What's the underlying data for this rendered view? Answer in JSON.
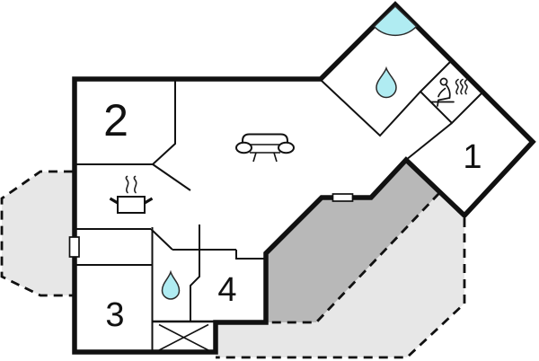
{
  "rooms": {
    "r1": {
      "label": "1"
    },
    "r2": {
      "label": "2"
    },
    "r3": {
      "label": "3"
    },
    "r4": {
      "label": "4"
    }
  },
  "icons": [
    "corner-shower",
    "shower-drop",
    "sauna",
    "sofa",
    "cooking-pot",
    "bath-drop",
    "cross-box"
  ],
  "colors": {
    "water": "#b0ecf2",
    "terrace_light": "#e7e7e7",
    "terrace_dark": "#b8b8b8",
    "wall": "#111111"
  }
}
